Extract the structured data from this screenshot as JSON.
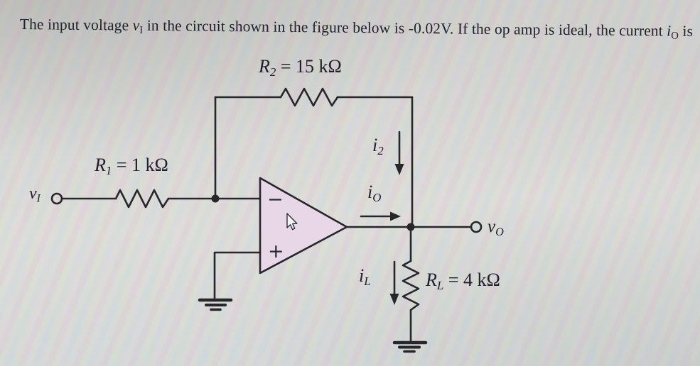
{
  "title": {
    "part1": "The input voltage ",
    "var1": "v",
    "var1_sub": "I",
    "part2": " in the circuit shown in the figure below is -0.02V. If the op amp is ideal, the current ",
    "var2": "i",
    "var2_sub": "O",
    "part3": " is"
  },
  "labels": {
    "r2": {
      "var": "R",
      "sub": "2",
      "eq": " = 15 kΩ"
    },
    "r1": {
      "var": "R",
      "sub": "1",
      "eq": " = 1 kΩ"
    },
    "rl": {
      "var": "R",
      "sub": "L",
      "eq": " = 4 kΩ"
    },
    "vi": {
      "var": "v",
      "sub": "I"
    },
    "vo": {
      "var": "v",
      "sub": "O"
    },
    "i2": {
      "var": "i",
      "sub": "2"
    },
    "io": {
      "var": "i",
      "sub": "O"
    },
    "il": {
      "var": "i",
      "sub": "L"
    }
  },
  "opamp": {
    "inverting_input": "−",
    "noninverting_input": "+"
  },
  "values": {
    "input_voltage": "-0.02V",
    "r1": "1 kΩ",
    "r2": "15 kΩ",
    "rl": "4 kΩ"
  },
  "colors": {
    "wire": "#26262b",
    "opamp_fill": "#e8d7e6",
    "text": "#22222c",
    "background_base": "#d3d2cf"
  }
}
